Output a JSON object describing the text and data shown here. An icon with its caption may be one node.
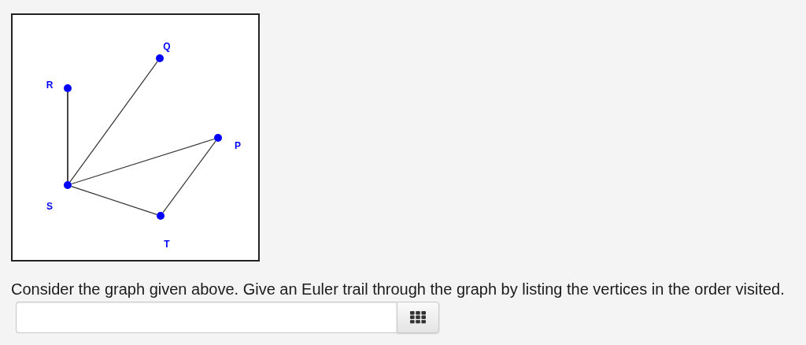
{
  "diagram": {
    "nodes": [
      {
        "text": [],
        "shape": "circle",
        "beside": [
          "Q"
        ]
      },
      {
        "text": [],
        "shape": "circle",
        "beside": [
          "R"
        ]
      },
      {
        "text": [],
        "shape": "circle",
        "beside": [
          "P"
        ]
      },
      {
        "text": [],
        "shape": "circle",
        "beside": [
          "S"
        ]
      },
      {
        "text": [],
        "shape": "circle",
        "beside": [
          "T"
        ]
      }
    ],
    "edges": [
      {
        "from": 1,
        "to": 3,
        "arrow": "none"
      },
      {
        "from": 3,
        "to": 0,
        "arrow": "none"
      },
      {
        "from": 3,
        "to": 2,
        "arrow": "none"
      },
      {
        "from": 3,
        "to": 4,
        "arrow": "none"
      },
      {
        "from": 4,
        "to": 2,
        "arrow": "none"
      }
    ],
    "labels": [
      "Consider the graph given above. Give an Euler trail through the graph by listing the vertices in the order visited."
    ]
  }
}
